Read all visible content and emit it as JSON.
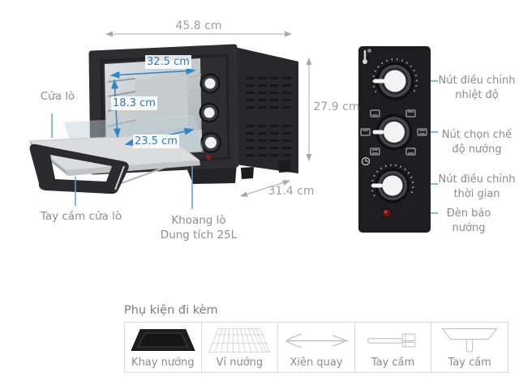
{
  "product_diagram": {
    "dim_width": "45.8 cm",
    "dim_height": "27.9 cm",
    "dim_depth": "31.4 cm",
    "cavity_width": "32.5 cm",
    "cavity_height": "18.3 cm",
    "cavity_depth": "23.5 cm",
    "label_door": "Cửa lò",
    "label_door_handle": "Tay cầm cửa lò",
    "label_cavity_line1": "Khoang lò",
    "label_cavity_line2": "Dung tích 25L"
  },
  "control_panel": {
    "label_temp_knob": "Nút điều chỉnh nhiệt độ",
    "label_mode_knob": "Nút chọn chế độ nướng",
    "label_timer_knob": "Nút điều chỉnh thời gian",
    "label_indicator": "Đèn báo nướng"
  },
  "accessories": {
    "heading": "Phụ kiện đi kèm",
    "items": [
      {
        "icon": "baking-tray-icon",
        "label": "Khay nướng"
      },
      {
        "icon": "grill-rack-icon",
        "label": "Vỉ nướng"
      },
      {
        "icon": "rotisserie-spit-icon",
        "label": "Xiên quay"
      },
      {
        "icon": "skewer-handle-icon",
        "label": "Tay cầm"
      },
      {
        "icon": "tray-handle-icon",
        "label": "Tay cầm"
      }
    ]
  },
  "colors": {
    "accent-blue": "#2f86c8",
    "leader-blue": "#5ba3d9",
    "dim-text": "#9e9e9e",
    "label-text": "#8c8c8c",
    "blue-text": "#2c7cc0",
    "panel-bg": "#1e1e21",
    "indicator-red": "#8e1d20",
    "border-gray": "#d9d9d9"
  }
}
